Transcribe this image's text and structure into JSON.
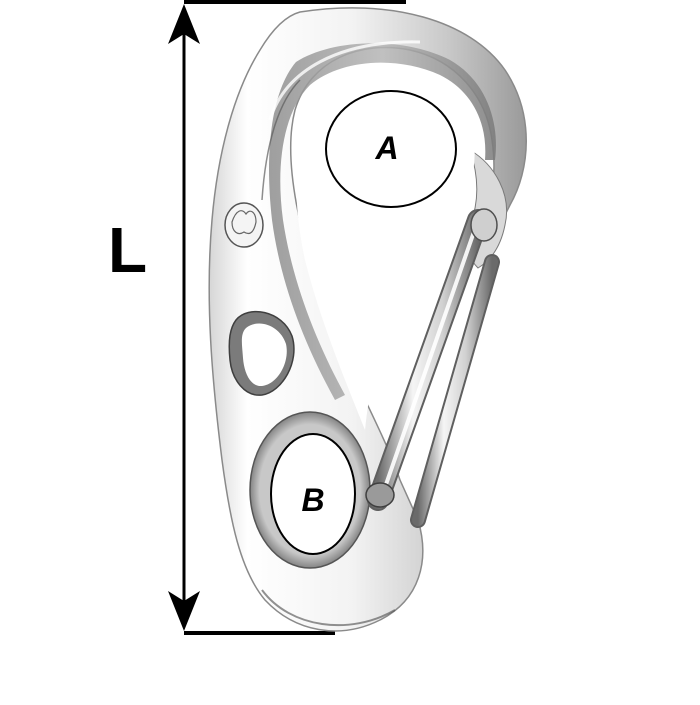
{
  "diagram": {
    "subject": "stainless steel snap hook with spring gate",
    "dimensions": {
      "length_label": "L",
      "eye_a_label": "A",
      "eye_b_label": "B"
    },
    "colors": {
      "background": "#ffffff",
      "dimension_line": "#000000",
      "steel_light": "#f2f2f2",
      "steel_mid": "#bdbdbd",
      "steel_dark": "#6e6e6e",
      "steel_shadow": "#4a4a4a"
    }
  }
}
